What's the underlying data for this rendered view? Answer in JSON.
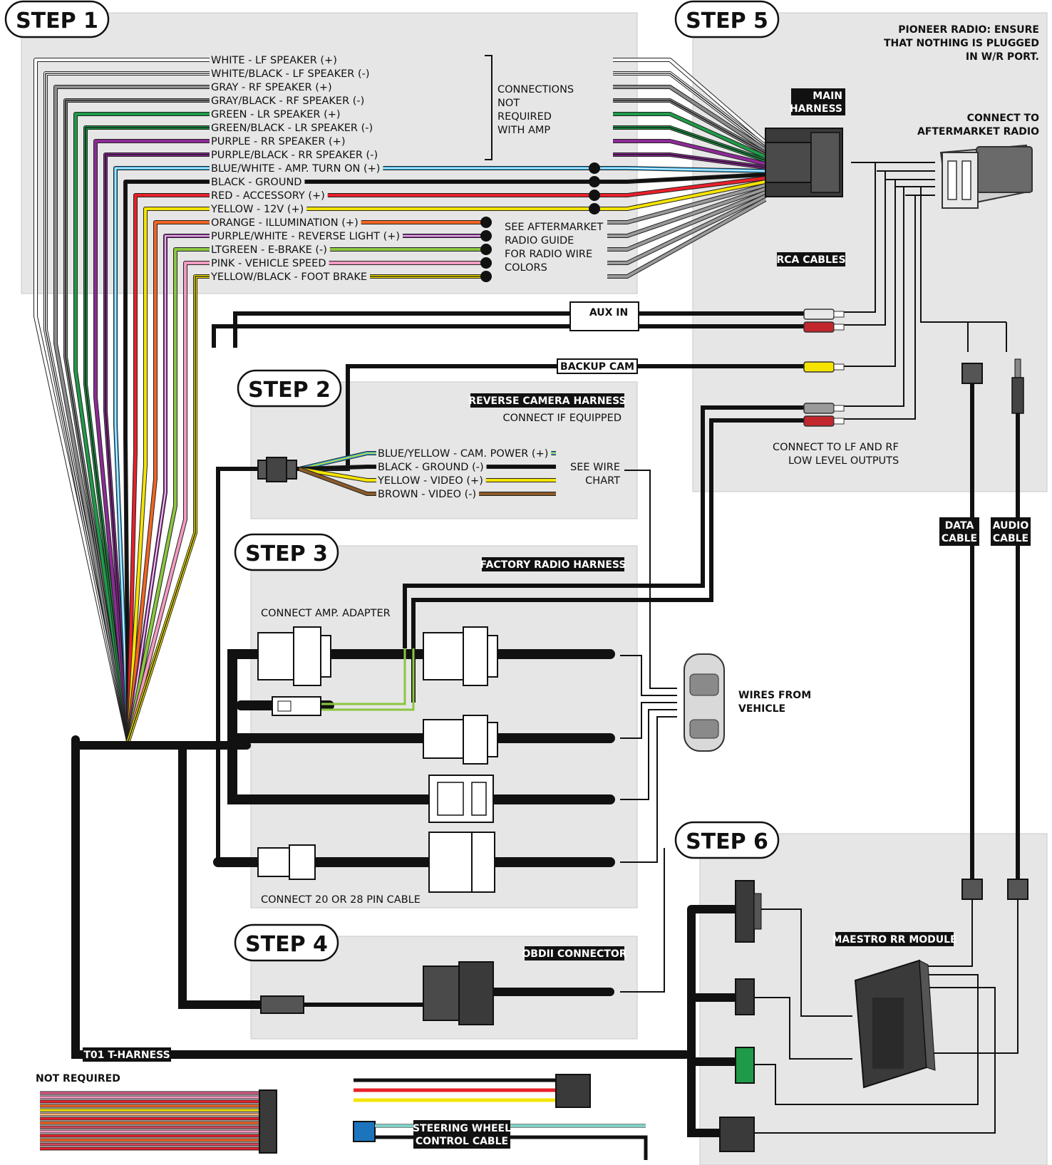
{
  "steps": {
    "s1": "STEP 1",
    "s2": "STEP 2",
    "s3": "STEP 3",
    "s4": "STEP 4",
    "s5": "STEP 5",
    "s6": "STEP 6"
  },
  "step1": {
    "wires": [
      {
        "label": "WHITE - LF SPEAKER (+)",
        "color": "#ffffff",
        "stripe": ""
      },
      {
        "label": "WHITE/BLACK - LF SPEAKER (-)",
        "color": "#ffffff",
        "stripe": "#111111"
      },
      {
        "label": "GRAY - RF SPEAKER (+)",
        "color": "#8c8c8c",
        "stripe": ""
      },
      {
        "label": "GRAY/BLACK - RF SPEAKER (-)",
        "color": "#8c8c8c",
        "stripe": "#111111"
      },
      {
        "label": "GREEN - LR SPEAKER (+)",
        "color": "#1f9a48",
        "stripe": ""
      },
      {
        "label": "GREEN/BLACK - LR SPEAKER (-)",
        "color": "#1f9a48",
        "stripe": "#111111"
      },
      {
        "label": "PURPLE - RR SPEAKER (+)",
        "color": "#8e2a97",
        "stripe": ""
      },
      {
        "label": "PURPLE/BLACK - RR SPEAKER (-)",
        "color": "#8e2a97",
        "stripe": "#111111"
      },
      {
        "label": "BLUE/WHITE - AMP. TURN ON (+)",
        "color": "#29a9e1",
        "stripe": "#ffffff"
      },
      {
        "label": "BLACK - GROUND",
        "color": "#111111",
        "stripe": ""
      },
      {
        "label": "RED - ACCESSORY (+)",
        "color": "#e8202a",
        "stripe": ""
      },
      {
        "label": "YELLOW - 12V (+)",
        "color": "#f5e400",
        "stripe": ""
      },
      {
        "label": "ORANGE - ILLUMINATION (+)",
        "color": "#f26522",
        "stripe": ""
      },
      {
        "label": "PURPLE/WHITE - REVERSE LIGHT (+)",
        "color": "#8e2a97",
        "stripe": "#ffffff"
      },
      {
        "label": "LTGREEN - E-BRAKE (-)",
        "color": "#8cc63f",
        "stripe": ""
      },
      {
        "label": "PINK - VEHICLE SPEED",
        "color": "#f49ac1",
        "stripe": ""
      },
      {
        "label": "YELLOW/BLACK - FOOT BRAKE",
        "color": "#f5e400",
        "stripe": "#111111"
      }
    ],
    "amp_note": [
      "CONNECTIONS",
      "NOT",
      "REQUIRED",
      "WITH AMP"
    ],
    "guide_note": [
      "SEE AFTERMARKET",
      "RADIO GUIDE",
      "FOR RADIO WIRE",
      "COLORS"
    ]
  },
  "step5": {
    "pioneer_note": [
      "PIONEER RADIO: ENSURE",
      "THAT NOTHING IS PLUGGED",
      "IN W/R PORT."
    ],
    "main_harness": [
      "MAIN",
      "HARNESS"
    ],
    "connect_radio": [
      "CONNECT TO",
      "AFTERMARKET RADIO"
    ],
    "rca_cables": "RCA CABLES",
    "aux_in": "AUX IN",
    "backup_cam": "BACKUP CAM",
    "lf_rf": [
      "CONNECT TO LF AND RF",
      "LOW LEVEL OUTPUTS"
    ],
    "data_cable": [
      "DATA",
      "CABLE"
    ],
    "audio_cable": [
      "AUDIO",
      "CABLE"
    ]
  },
  "step2": {
    "title": "REVERSE CAMERA HARNESS",
    "subtitle": "CONNECT IF EQUIPPED",
    "wires": [
      {
        "label": "BLUE/YELLOW - CAM. POWER (+)",
        "color": "#29a9e1",
        "stripe": "#f5e400"
      },
      {
        "label": "BLACK - GROUND (-)",
        "color": "#111111",
        "stripe": ""
      },
      {
        "label": "YELLOW - VIDEO (+)",
        "color": "#f5e400",
        "stripe": ""
      },
      {
        "label": "BROWN - VIDEO (-)",
        "color": "#8b5a2b",
        "stripe": ""
      }
    ],
    "see_chart": [
      "SEE WIRE",
      "CHART"
    ]
  },
  "step3": {
    "title": "FACTORY RADIO HARNESS",
    "amp_adapter": "CONNECT AMP. ADAPTER",
    "pin_cable": "CONNECT 20 OR 28 PIN CABLE"
  },
  "vehicle": [
    "WIRES FROM",
    "VEHICLE"
  ],
  "step4": {
    "title": "OBDII CONNECTOR"
  },
  "step6": {
    "module": "MAESTRO RR MODULE"
  },
  "t_harness": "T01 T-HARNESS",
  "not_required": "NOT REQUIRED",
  "not_required_colors": [
    "#e05a8a",
    "#f49ac1",
    "#e8202a",
    "#f26522",
    "#f5e400",
    "#f7b27a",
    "#e8202a",
    "#f26522",
    "#d34a5a",
    "#f49ac1",
    "#e8202a",
    "#f26522",
    "#d34a5a",
    "#e8202a"
  ],
  "steering": [
    "STEERING WHEEL",
    "CONTROL CABLE"
  ]
}
